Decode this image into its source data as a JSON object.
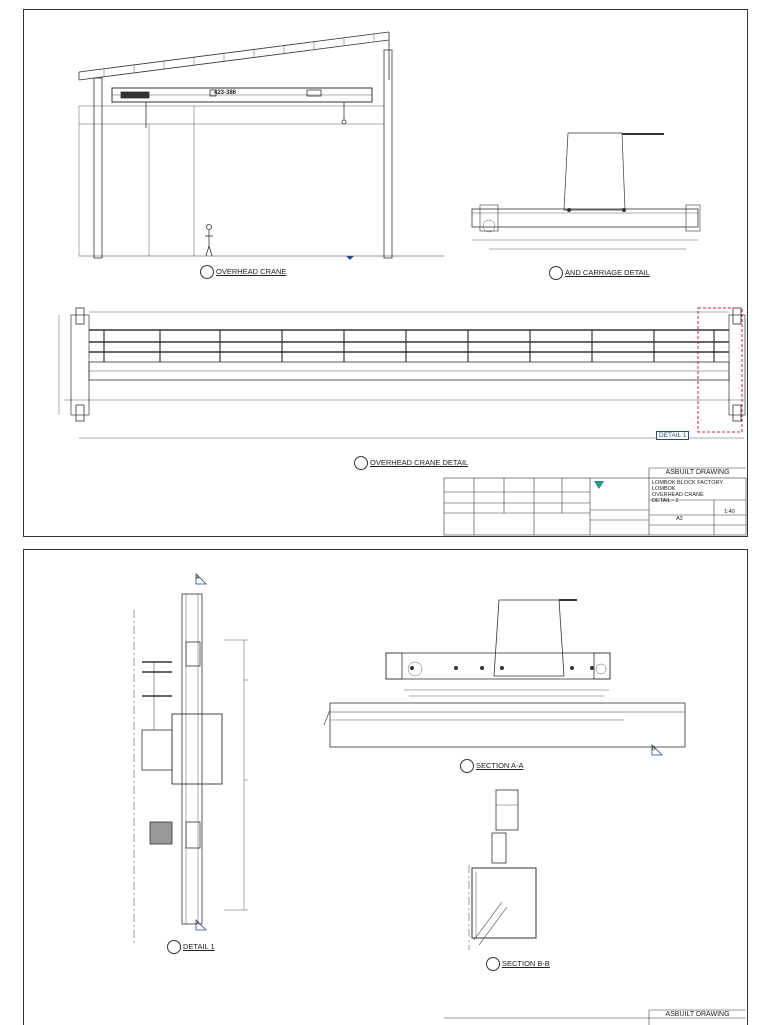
{
  "sheet1": {
    "overhead_crane": {
      "title": "OVERHEAD CRANE",
      "crane_no": "423-386"
    },
    "carriage_detail": {
      "title": "AND CARRIAGE DETAIL"
    },
    "crane_detail": {
      "title": "OVERHEAD CRANE DETAIL",
      "callout": "DETAIL 1"
    }
  },
  "title_block": {
    "drawing_type": "ASBUILT DRAWING",
    "project_line1": "LOMBOK BLOCK FACTORY",
    "project_line2": "LOMBOK",
    "drawing_title1": "OVERHEAD CRANE",
    "drawing_title2": "DETAIL - 1",
    "scale": "1:40",
    "size": "A3"
  },
  "sheet2": {
    "section_aa": {
      "title": "SECTION A-A"
    },
    "section_bb": {
      "title": "SECTION B-B"
    },
    "detail1": {
      "title": "DETAIL 1"
    },
    "drawing_type": "ASBUILT DRAWING",
    "markers": {
      "a": "A",
      "b": "B"
    }
  },
  "colors": {
    "line": "#333333",
    "annotation_blue": "#1a4f8a",
    "callout_red": "#d22222"
  }
}
